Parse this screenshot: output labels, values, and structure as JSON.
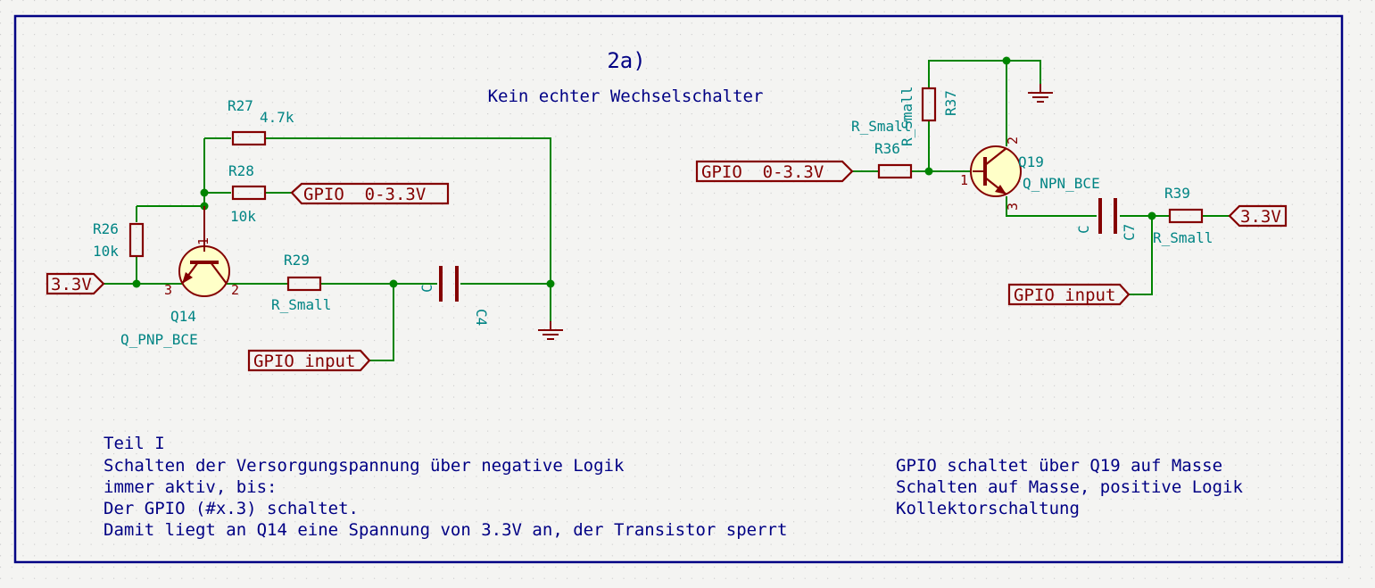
{
  "title": "2a)",
  "subtitle": "Kein echter Wechselschalter",
  "colors": {
    "wire": "#008400",
    "component": "#840000",
    "note_text": "#000084",
    "reference_text": "#008484",
    "sheet_border": "#000084",
    "background": "#f4f4f2"
  },
  "left_circuit": {
    "R27": {
      "ref": "R27",
      "value": "4.7k"
    },
    "R28": {
      "ref": "R28",
      "value": "10k"
    },
    "R26": {
      "ref": "R26",
      "value": "10k"
    },
    "R29": {
      "ref": "R29",
      "value": "R_Small"
    },
    "C4": {
      "ref": "C4",
      "value": "C"
    },
    "Q14": {
      "ref": "Q14",
      "value": "Q_PNP_BCE",
      "pins": [
        "1",
        "2",
        "3"
      ]
    },
    "labels": {
      "gpio_switch": "GPIO__0-3.3V",
      "power_in": "3.3V",
      "gpio_input": "GPIO_input"
    },
    "notes": [
      "Teil I",
      "Schalten der Versorgungspannung über negative Logik",
      "immer aktiv,  bis:",
      "Der GPIO (#x.3) schaltet.",
      "Damit liegt an Q14 eine Spannung von 3.3V an, der Transistor sperrt"
    ]
  },
  "right_circuit": {
    "R37": {
      "ref": "R37",
      "value": "R_Small"
    },
    "R36": {
      "ref": "R36",
      "value": "R_Small"
    },
    "R39": {
      "ref": "R39",
      "value": "R_Small"
    },
    "C7": {
      "ref": "C7",
      "value": "C"
    },
    "Q19": {
      "ref": "Q19",
      "value": "Q_NPN_BCE",
      "pins": [
        "1",
        "2",
        "3"
      ]
    },
    "labels": {
      "gpio_switch": "GPIO__0-3.3V",
      "power_in": "3.3V",
      "gpio_input": "GPIO_input"
    },
    "notes": [
      "GPIO schaltet über Q19 auf Masse",
      "Schalten auf Masse, positive Logik",
      "Kollektorschaltung"
    ]
  }
}
